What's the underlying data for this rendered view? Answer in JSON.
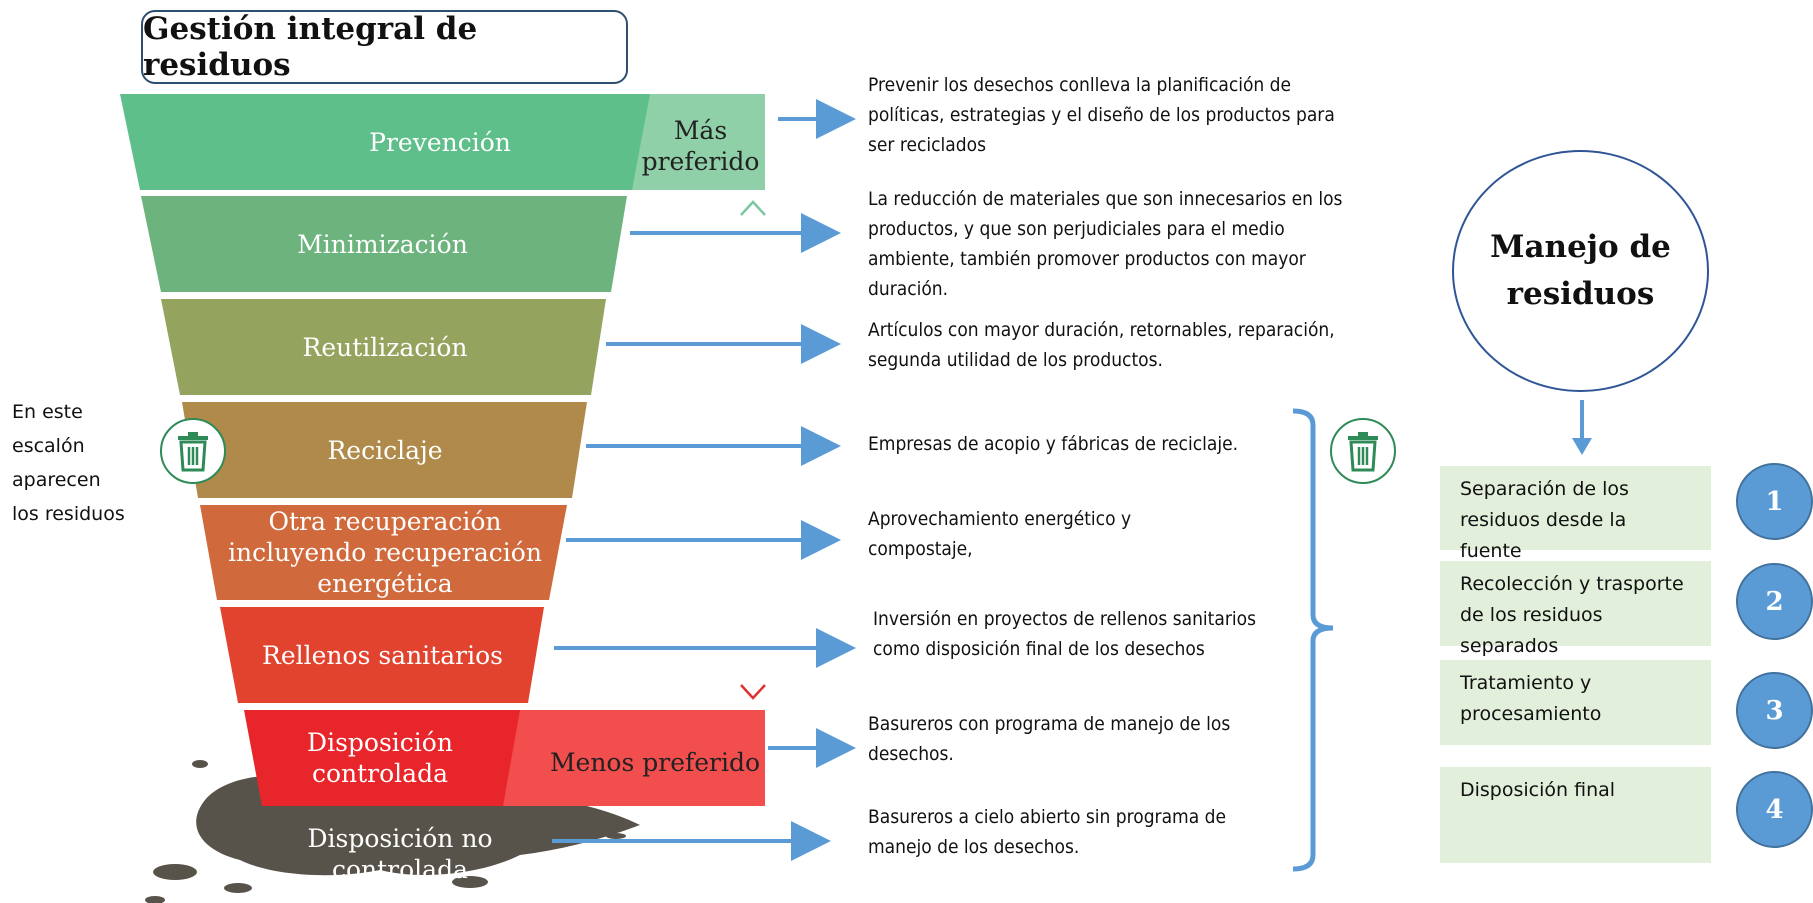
{
  "title": "Gestión integral de residuos",
  "levels": [
    {
      "label": "Prevención",
      "color": "#5fbf8a",
      "description": "Prevenir los desechos conlleva la planificación de políticas, estrategias y el diseño de los productos para ser reciclados"
    },
    {
      "label": "Minimización",
      "color": "#6cb37e",
      "description": "La reducción de materiales que son innecesarios en los productos, y que son perjudiciales para el medio ambiente, también promover productos con mayor duración."
    },
    {
      "label": "Reutilización",
      "color": "#94a45e",
      "description": "Artículos con mayor duración, retornables, reparación, segunda utilidad de los productos."
    },
    {
      "label": "Reciclaje",
      "color": "#b08a4a",
      "description": "Empresas de acopio y fábricas de reciclaje."
    },
    {
      "label": "Otra recuperación incluyendo recuperación energética",
      "color": "#d06a3c",
      "description": "Aprovechamiento energético y compostaje,"
    },
    {
      "label": "Rellenos sanitarios",
      "color": "#e2432f",
      "description": "Inversión en proyectos de rellenos sanitarios como disposición final de los desechos"
    },
    {
      "label": "Disposición controlada",
      "color": "#e8252a",
      "description": "Basureros con programa de manejo de los desechos."
    },
    {
      "label": "Disposición no controlada",
      "color": "#57534a",
      "description": "Basureros a cielo abierto sin programa de manejo de los desechos."
    }
  ],
  "preference": {
    "most": "Más preferido",
    "least": "Menos preferido"
  },
  "side_note": "En este escalón aparecen los residuos",
  "management": {
    "title": "Manejo de residuos",
    "steps": [
      {
        "number": "1",
        "label": "Separación de los residuos desde la fuente"
      },
      {
        "number": "2",
        "label": "Recolección y trasporte de los residuos separados"
      },
      {
        "number": "3",
        "label": "Tratamiento y procesamiento"
      },
      {
        "number": "4",
        "label": "Disposición final"
      }
    ]
  },
  "colors": {
    "arrow": "#5b9bd5",
    "bracket": "#5b9bd5",
    "trash": "#2e8b57",
    "step_bg": "#e2efda",
    "number_bg": "#5b9bd5"
  },
  "icons": [
    "trash-icon",
    "right-arrow-icon",
    "down-arrow-icon",
    "double-arrow-icon",
    "bracket-icon",
    "splat-icon"
  ]
}
